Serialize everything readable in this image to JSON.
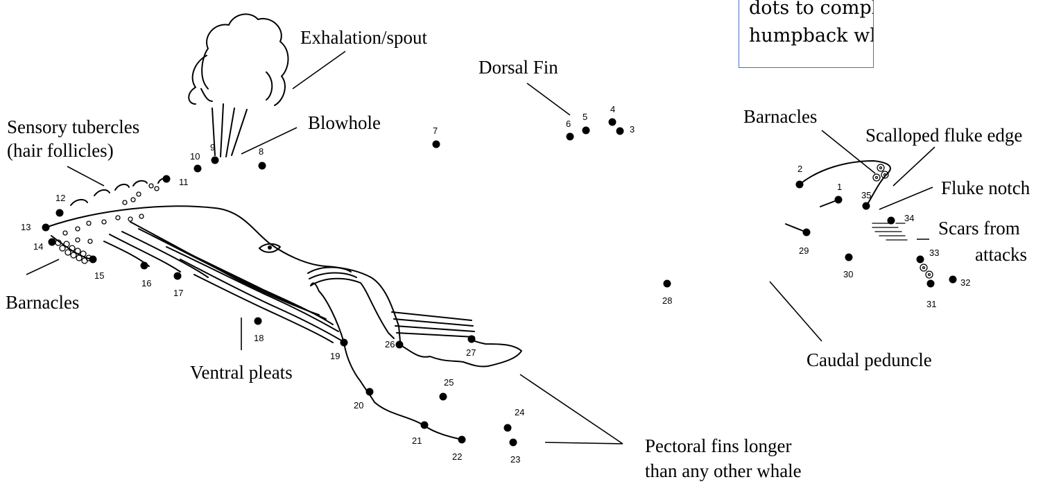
{
  "instruction_box": {
    "lines": [
      "dots to complete the",
      "humpback whale."
    ],
    "border_color": "#4472c4"
  },
  "labels": {
    "exhalation": "Exhalation/spout",
    "dorsal_fin": "Dorsal Fin",
    "blowhole": "Blowhole",
    "sensory_1": "Sensory tubercles",
    "sensory_2": "(hair follicles)",
    "barnacles_head": "Barnacles",
    "ventral_pleats": "Ventral pleats",
    "pectoral_1": "Pectoral fins longer",
    "pectoral_2": "than any other whale",
    "barnacles_tail": "Barnacles",
    "scalloped": "Scalloped fluke edge",
    "fluke_notch": "Fluke notch",
    "scars_1": "Scars from",
    "scars_2": "attacks",
    "caudal": "Caudal peduncle"
  },
  "dot_numbers": [
    "1",
    "2",
    "3",
    "4",
    "5",
    "6",
    "7",
    "8",
    "9",
    "10",
    "11",
    "12",
    "13",
    "14",
    "15",
    "16",
    "17",
    "18",
    "19",
    "20",
    "21",
    "22",
    "23",
    "24",
    "25",
    "26",
    "27",
    "28",
    "29",
    "30",
    "31",
    "32",
    "33",
    "34",
    "35"
  ]
}
